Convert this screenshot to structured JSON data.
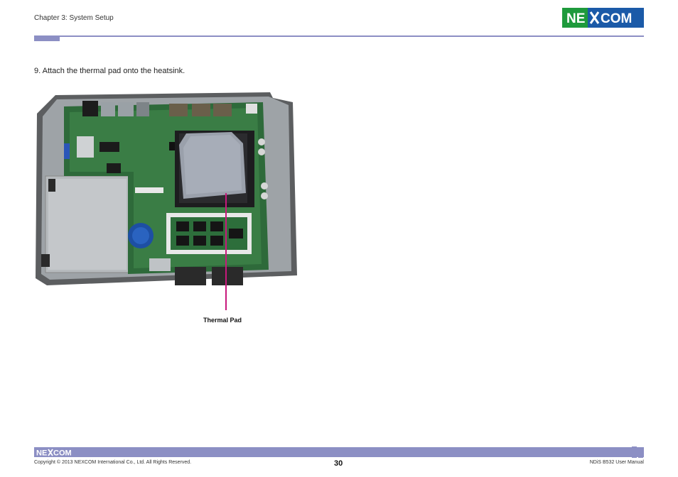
{
  "header": {
    "chapter": "Chapter 3: System Setup",
    "logo_text": "NEXCOM"
  },
  "content": {
    "step": "9.  Attach the thermal pad onto the heatsink.",
    "callout_label": "Thermal Pad"
  },
  "footer": {
    "logo_text": "NEXCOM",
    "copyright": "Copyright © 2013 NEXCOM International Co., Ltd. All Rights Reserved.",
    "page_number": "30",
    "manual_name": "NDiS B532 User Manual"
  },
  "colors": {
    "brand_green": "#1e9a3c",
    "brand_blue": "#1b5aa8",
    "rule_purple": "#8c8fc4",
    "callout_magenta": "#c8197c"
  }
}
